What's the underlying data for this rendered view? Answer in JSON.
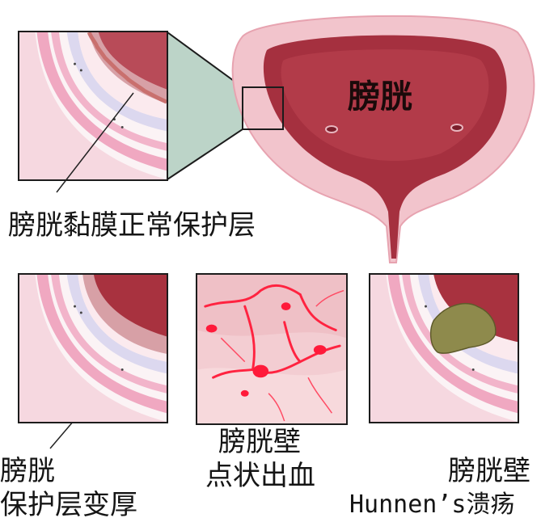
{
  "bladder_title": "膀胱",
  "labels": {
    "normal_layer": "膀胱黏膜正常保护层",
    "thickened_line1": "膀胱",
    "thickened_line2": "保护层变厚",
    "petechial_line1": "膀胱壁",
    "petechial_line2": "点状出血",
    "ulcer_line1": "膀胱壁",
    "ulcer_line2": "Hunnen’s溃疡"
  },
  "colors": {
    "bladder_outer": "#f2c4cc",
    "bladder_inner": "#a5303f",
    "mucosa": "#f6d8e0",
    "submucosa": "#dcd8ef",
    "vessel": "#e0407a",
    "zoom_fill": "#bcd4c8",
    "hemorrhage": "#ff2340",
    "ulcer": "#8e8a4c"
  }
}
